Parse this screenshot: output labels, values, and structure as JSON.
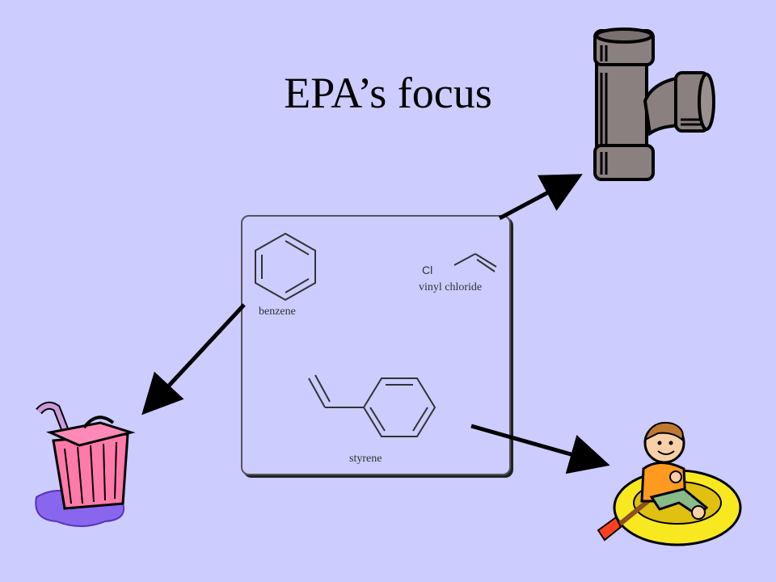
{
  "slide": {
    "title": "EPA’s focus"
  },
  "chemicals": {
    "benzene": "benzene",
    "vinyl_chloride": "vinyl chloride",
    "vinyl_chloride_atom": "Cl",
    "styrene": "styrene"
  },
  "colors": {
    "background": "#ccccff",
    "pipe": "#8a8080",
    "basket": "#ff7aa8",
    "raft": "#f8e820",
    "shirt": "#ff9a20",
    "arrow": "#000000"
  },
  "icons": [
    "pipe-tee-icon",
    "plastic-basket-icon",
    "child-raft-icon"
  ]
}
